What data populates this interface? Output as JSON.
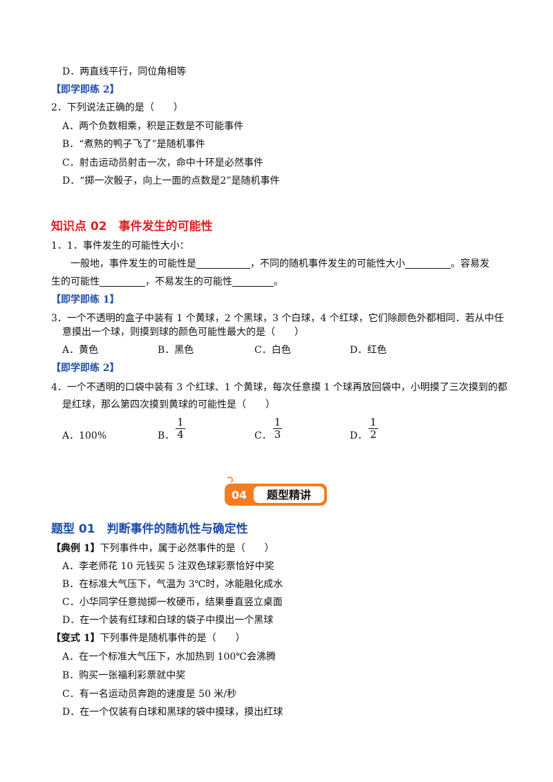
{
  "top": {
    "option_d": "D．两直线平行，同位角相等",
    "practice2_tag": "【即学即练 2】",
    "q2_stem": "2．下列说法正确的是（　　）",
    "q2_options": [
      "A．两个负数相乘，积是正数是不可能事件",
      "B．“煮熟的鸭子飞了”是随机事件",
      "C．射击运动员射击一次，命中十环是必然事件",
      "D．“掷一次骰子，向上一面的点数是2”是随机事件"
    ]
  },
  "section02": {
    "title": "知识点 02　事件发生的可能性",
    "item1": "1．1．事件发生的可能性大小：",
    "p1_a": "一般地，事件发生的可能性是",
    "p1_b": "，不同的随机事件发生的可能性大小",
    "p1_c": "。容易发",
    "p2_a": "生的可能性",
    "p2_b": "，不易发生的可能性",
    "p2_c": "。",
    "practice1_tag": "【即学即练 1】",
    "q3_line1": "3．一个不透明的盒子中装有 1 个黄球，2 个黑球，3 个白球，4 个红球，它们除颜色外都相同．若从中任",
    "q3_line2": "意摸出一个球，则摸到球的颜色可能性最大的是（　　）",
    "q3_options": [
      "A．黄色",
      "B．黑色",
      "C．白色",
      "D．红色"
    ],
    "practice2_tag": "【即学即练 2】",
    "q4_line1": "4．一个不透明的口袋中装有 3 个红球、1 个黄球，每次任意摸 1 个球再放回袋中，小明摸了三次摸到的都",
    "q4_line2": "是红球，那么第四次摸到黄球的可能性是（　　）",
    "q4_opt_a": "A．100%",
    "q4_opt_b": "B．",
    "q4_opt_c": "C．",
    "q4_opt_d": "D．",
    "q4_b_num": "1",
    "q4_b_den": "4",
    "q4_c_num": "1",
    "q4_c_den": "3",
    "q4_d_num": "1",
    "q4_d_den": "2"
  },
  "banner": {
    "number": "04",
    "label": "题型精讲"
  },
  "type01": {
    "title": "题型 01　判断事件的随机性与确定性",
    "example1_tag": "【典例 1】",
    "example1_stem": "下列事件中，属于必然事件的是（　　）",
    "example1_options": [
      "A．李老师花 10 元钱买 5 注双色球彩票恰好中奖",
      "B．在标准大气压下，气温为 3℃时，冰能融化成水",
      "C．小华同学任意抛掷一枚硬币，结果垂直竖立桌面",
      "D．在一个装有红球和白球的袋子中摸出一个黑球"
    ],
    "variant1_tag": "【变式 1】",
    "variant1_stem": "下列事件是随机事件的是（　　）",
    "variant1_options": [
      "A．在一个标准大气压下，水加热到 100℃会沸腾",
      "B．购买一张福利彩票就中奖",
      "C．有一名运动员奔跑的速度是 50 米/秒",
      "D．在一个仅装有白球和黑球的袋中摸球，摸出红球"
    ]
  },
  "colors": {
    "heading_red": "#e02020",
    "heading_blue": "#1f4ea8",
    "banner_orange": "#f57c1f"
  }
}
